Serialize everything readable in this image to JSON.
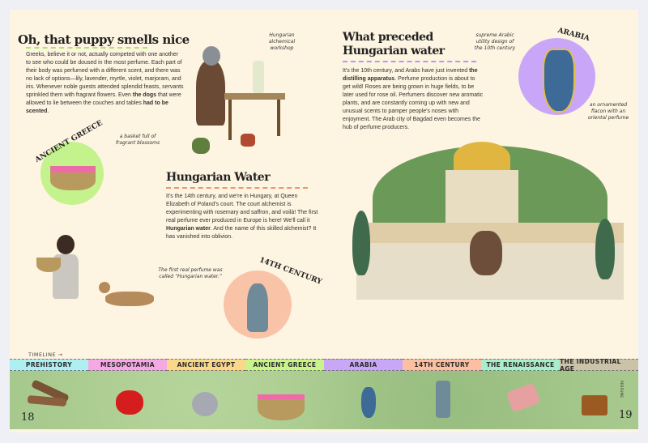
{
  "left_page": {
    "title": "Oh, that puppy smells nice",
    "paragraph_parts": [
      "Greeks, believe it or not, actually competed with one another to see who could be doused in the most perfume. Each part of their body was perfumed with a different scent, and there was no lack of options—lily, lavender, myrtle, violet, marjoram, and iris. Whenever noble guests attended splendid feasts, servants sprinkled them with fragrant flowers. Even ",
      "the dogs",
      " that were allowed to lie between the couches and tables ",
      "had to be scented",
      "."
    ],
    "workshop_note": "Hungarian alchemical workshop",
    "greece_label": "ANCIENT GREECE",
    "basket_note": "a basket full of fragrant blossoms",
    "section2_title": "Hungarian Water",
    "section2_parts": [
      "It's the 14th century, and we're in Hungary, at Queen Elizabeth of Poland's court. The court alchemist is experimenting with rosemary and saffron, and voilà! The first real perfume ever produced in Europe is here! We'll call it ",
      "Hungarian water",
      ". And the name of this skilled alchemist? It has vanished into oblivion."
    ],
    "bottle_note": "The first real perfume was called “Hungarian water.”",
    "century_label": "14TH CENTURY",
    "page_number": "18"
  },
  "right_page": {
    "title_line1": "What preceded",
    "title_line2": "Hungarian water",
    "paragraph_parts": [
      "It's the 10th century, and Arabs have just invented ",
      "the distilling apparatus",
      ". Perfume production is about to get wild! Roses are being grown in huge fields, to be later used for rose oil. Perfumers discover new aromatic plants, and are constantly coming up with new and unusual scents to pamper people's noses with enjoyment. The Arab city of Bagdad even becomes the hub of perfume producers."
    ],
    "arabia_label": "ARABIA",
    "design_note": "supreme Arabic utility design of the 10th century",
    "flacon_note": "an ornamented flacon with an oriental perfume",
    "side_label": "PERFUME",
    "page_number": "19"
  },
  "timeline": {
    "label": "TIMELINE →",
    "eras": [
      {
        "label": "PREHISTORY",
        "color": "#aef0f2"
      },
      {
        "label": "MESOPOTAMIA",
        "color": "#f6a8e4"
      },
      {
        "label": "ANCIENT EGYPT",
        "color": "#fad88a"
      },
      {
        "label": "ANCIENT GREECE",
        "color": "#c8f58a"
      },
      {
        "label": "ARABIA",
        "color": "#c8a8f6"
      },
      {
        "label": "14TH CENTURY",
        "color": "#fcc0a0"
      },
      {
        "label": "THE RENAISSANCE",
        "color": "#a8eec8"
      },
      {
        "label": "THE INDUSTRIAL AGE",
        "color": "#cbc3a8"
      }
    ]
  },
  "colors": {
    "page": "#fdf4e1",
    "greece_circle": "#c4f28c",
    "century_circle": "#f9c3a8",
    "arabia_circle": "#c9a6f7",
    "green_band": "#a7c98d"
  }
}
